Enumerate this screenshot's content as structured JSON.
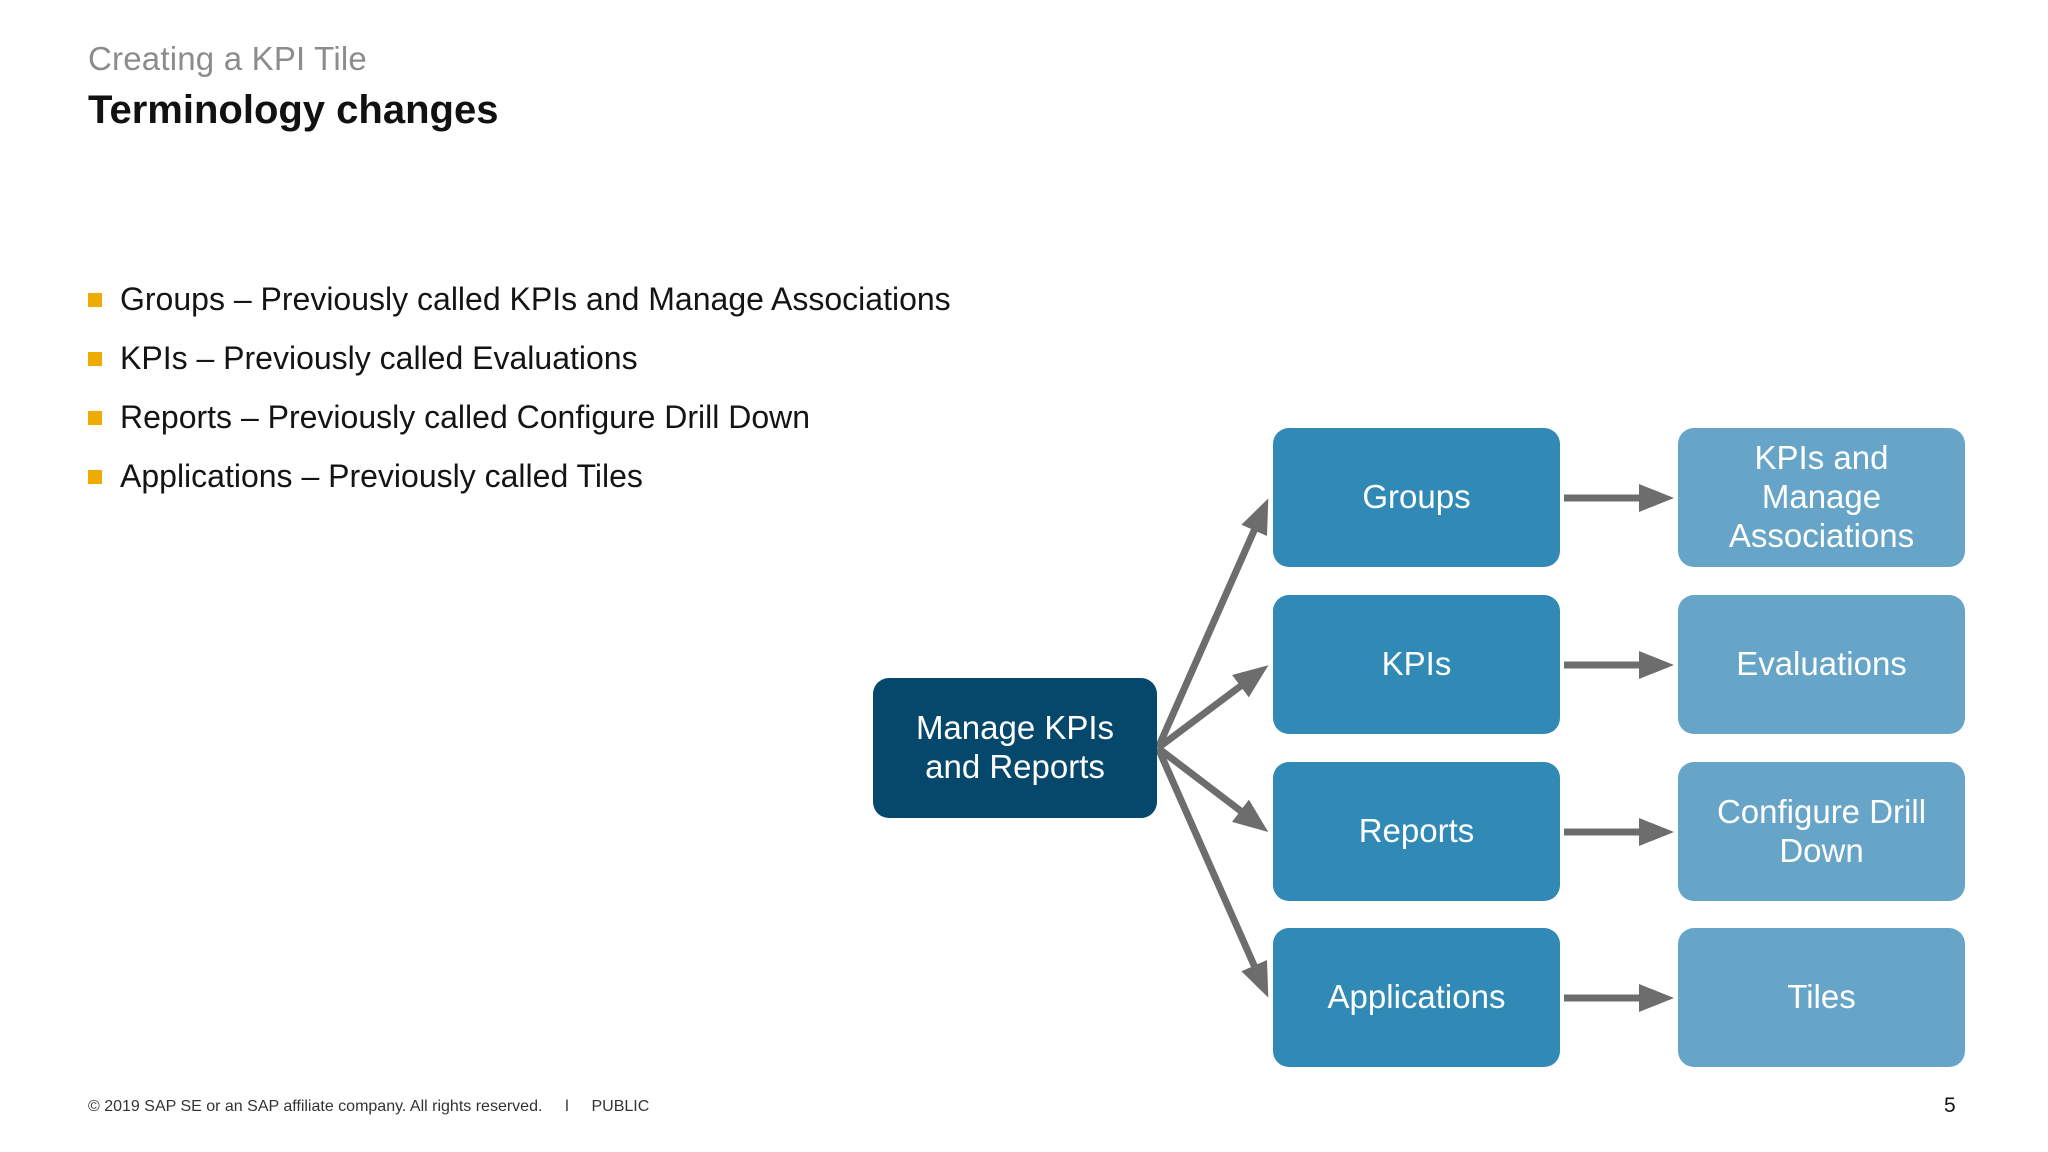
{
  "header": {
    "subtitle": "Creating a KPI Tile",
    "title": "Terminology changes"
  },
  "bullets": [
    "Groups – Previously called KPIs and Manage Associations",
    "KPIs – Previously called Evaluations",
    "Reports – Previously called Configure Drill Down",
    "Applications – Previously called Tiles"
  ],
  "diagram": {
    "root_label": "Manage KPIs and Reports",
    "rows": [
      {
        "current": "Groups",
        "previous": "KPIs and Manage Associations"
      },
      {
        "current": "KPIs",
        "previous": "Evaluations"
      },
      {
        "current": "Reports",
        "previous": "Configure Drill Down"
      },
      {
        "current": "Applications",
        "previous": "Tiles"
      }
    ]
  },
  "footer": {
    "copyright": "© 2019 SAP SE or an SAP affiliate company. All rights reserved.",
    "separator": "ǀ",
    "classification": "PUBLIC",
    "page_number": "5"
  },
  "colors": {
    "root_box": "#05486B",
    "current_box": "#3189B5",
    "previous_box": "#66A5C7",
    "arrow": "#6D6D6D",
    "bullet": "#F0AB00",
    "subtitle_text": "#8C8C8C"
  }
}
